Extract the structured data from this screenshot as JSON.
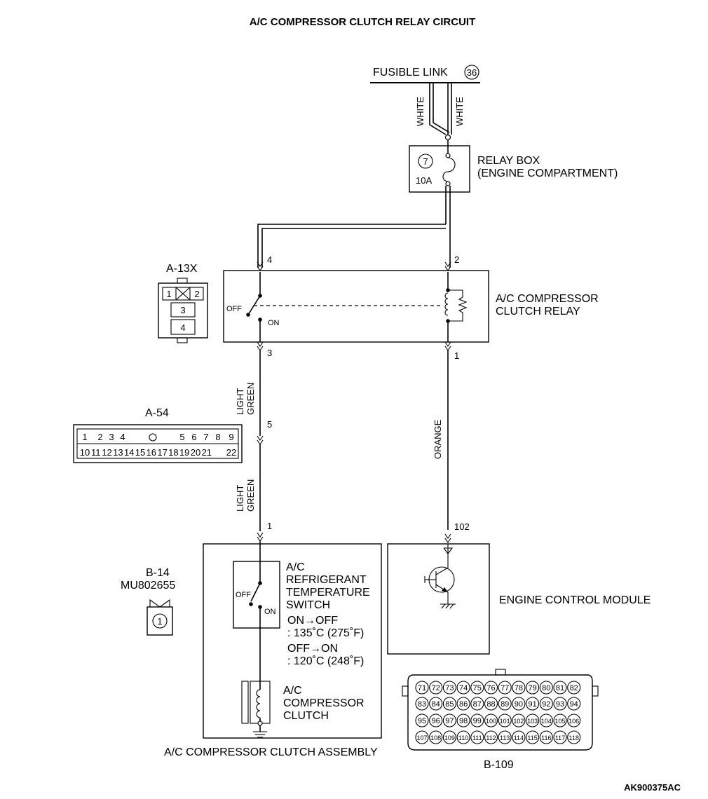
{
  "title": "A/C COMPRESSOR CLUTCH RELAY CIRCUIT",
  "fusible_link": {
    "label": "FUSIBLE LINK",
    "number": "36"
  },
  "wires": {
    "white_left": "WHITE",
    "white_right": "WHITE",
    "light_green": "LIGHT GREEN",
    "orange": "ORANGE"
  },
  "relay_box": {
    "fuse_number": "7",
    "fuse_rating": "10A",
    "line1": "RELAY BOX",
    "line2": "(ENGINE COMPARTMENT)"
  },
  "relay": {
    "line1": "A/C COMPRESSOR",
    "line2": "CLUTCH RELAY",
    "pins": {
      "p4": "4",
      "p2": "2",
      "p3": "3",
      "p1": "1"
    },
    "switch_off": "OFF",
    "switch_on": "ON"
  },
  "connector_a13x": {
    "name": "A-13X",
    "pins": [
      "1",
      "2",
      "3",
      "4"
    ]
  },
  "connector_a54": {
    "name": "A-54",
    "pin_wire": "5",
    "row1": [
      "1",
      "2",
      "3",
      "4",
      "5",
      "6",
      "7",
      "8",
      "9"
    ],
    "row2": [
      "10",
      "11",
      "12",
      "13",
      "14",
      "15",
      "16",
      "17",
      "18",
      "19",
      "20",
      "21",
      "22"
    ]
  },
  "clutch_assembly": {
    "label": "A/C COMPRESSOR CLUTCH ASSEMBLY",
    "pin": "1",
    "switch": {
      "line1": "A/C",
      "line2": "REFRIGERANT",
      "line3": "TEMPERATURE",
      "line4": "SWITCH",
      "off": "OFF",
      "on": "ON"
    },
    "spec1_title": "ON→OFF",
    "spec1_value": ": 135˚C (275˚F)",
    "spec2_title": "OFF→ON",
    "spec2_value": ": 120˚C (248˚F)",
    "clutch": {
      "line1": "A/C",
      "line2": "COMPRESSOR",
      "line3": "CLUTCH"
    }
  },
  "connector_b14": {
    "name": "B-14",
    "part": "MU802655",
    "pin": "1"
  },
  "ecm": {
    "label": "ENGINE CONTROL MODULE",
    "pin": "102"
  },
  "connector_b109": {
    "name": "B-109",
    "rows": [
      [
        "71",
        "72",
        "73",
        "74",
        "75",
        "76",
        "77",
        "78",
        "79",
        "80",
        "81",
        "82"
      ],
      [
        "83",
        "84",
        "85",
        "86",
        "87",
        "88",
        "89",
        "90",
        "91",
        "92",
        "93",
        "94"
      ],
      [
        "95",
        "96",
        "97",
        "98",
        "99",
        "100",
        "101",
        "102",
        "103",
        "104",
        "105",
        "106"
      ],
      [
        "107",
        "108",
        "109",
        "110",
        "111",
        "112",
        "113",
        "114",
        "115",
        "116",
        "117",
        "118"
      ]
    ]
  },
  "code": "AK900375AC"
}
